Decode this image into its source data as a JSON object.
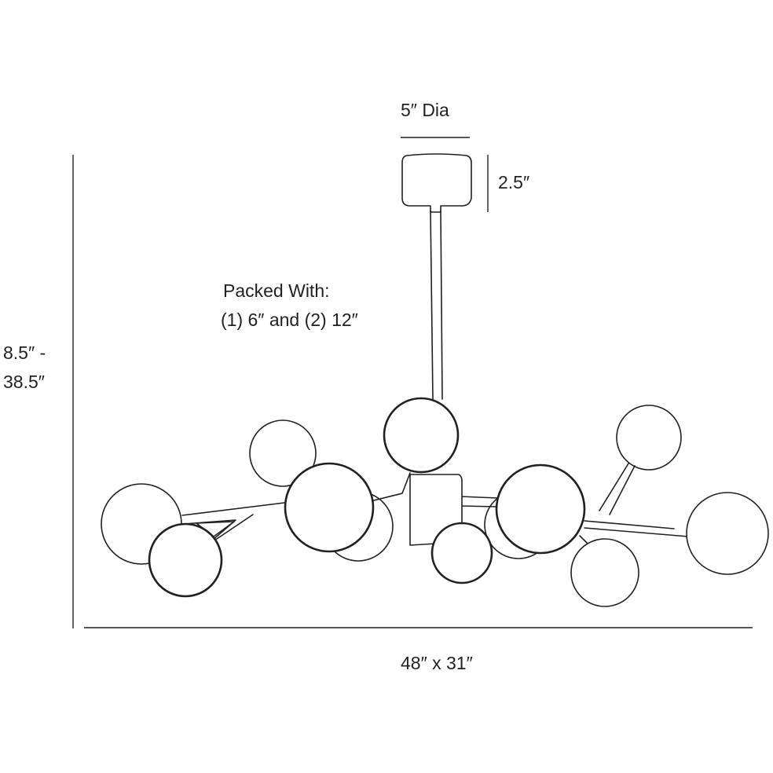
{
  "dimensions": {
    "canopy_diameter": "5″ Dia",
    "canopy_height": "2.5″",
    "packed_with_line1": "Packed With:",
    "packed_with_line2": "(1) 6″ and (2) 12″",
    "overall_height_line1": "8.5″ -",
    "overall_height_line2": "38.5″",
    "width_depth": "48″ x 31″"
  }
}
